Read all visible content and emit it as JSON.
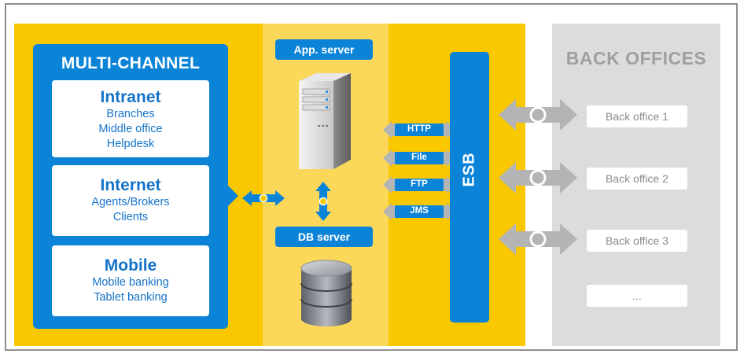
{
  "multi_channel": {
    "title": "MULTI-CHANNEL",
    "cards": [
      {
        "title": "Intranet",
        "lines": [
          "Branches",
          "Middle office",
          "Helpdesk"
        ]
      },
      {
        "title": "Internet",
        "lines": [
          "Agents/Brokers",
          "Clients"
        ]
      },
      {
        "title": "Mobile",
        "lines": [
          "Mobile banking",
          "Tablet banking"
        ]
      }
    ]
  },
  "servers": {
    "app_label": "App.  server",
    "db_label": "DB server",
    "app_icon": "server-tower-icon",
    "db_icon": "database-icon"
  },
  "protocols": [
    "HTTP",
    "File",
    "FTP",
    "JMS"
  ],
  "esb": {
    "label": "ESB"
  },
  "back_offices": {
    "title": "BACK OFFICES",
    "items": [
      "Back office 1",
      "Back office 2",
      "Back office 3",
      "..."
    ]
  },
  "colors": {
    "accent_blue": "#0b84d8",
    "yellow": "#f9c800",
    "pale_yellow": "#fbd85a",
    "gray_panel": "#dcdcdc",
    "arrow_gray": "#b4b4b4"
  }
}
